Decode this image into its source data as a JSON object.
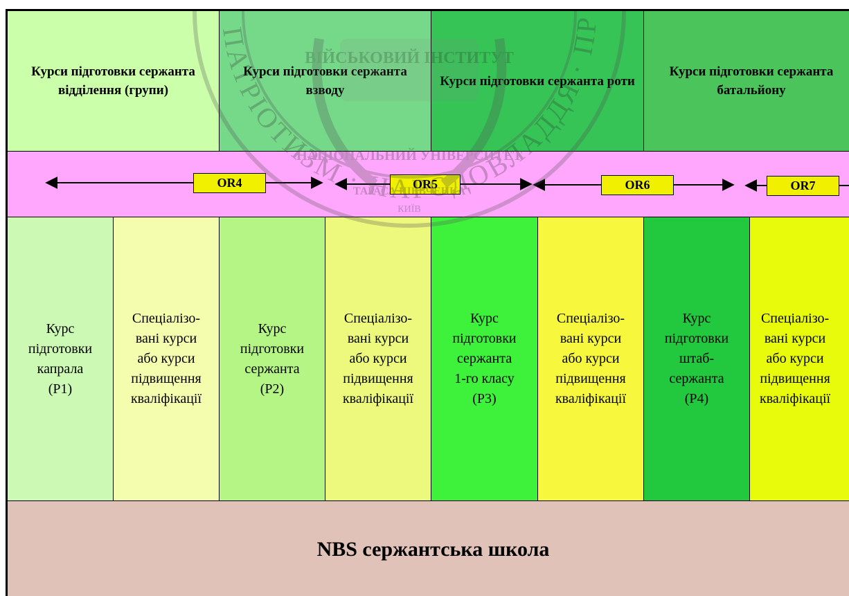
{
  "colors": {
    "header": [
      "#ccffaa",
      "#76d98a",
      "#36c456",
      "#4cc45c"
    ],
    "band": "#ffa7fd",
    "or_box": "#f0f000",
    "courses": [
      "#ccf9b4",
      "#f4fcae",
      "#b5f586",
      "#ecf97c",
      "#3ef23c",
      "#f7f83e",
      "#22c93f",
      "#e8fb0b"
    ],
    "bottom": "#e0c2b8"
  },
  "headers": [
    "Курси підготовки сержанта відділення (групи)",
    "Курси підготовки сержанта взводу",
    "Курси підготовки сержанта роти",
    "Курси підготовки сержанта батальйону"
  ],
  "or_levels": [
    "OR4",
    "OR5",
    "OR6",
    "OR7"
  ],
  "courses": [
    [
      "Курс",
      "підготовки",
      "капрала",
      "(P1)"
    ],
    [
      "Спеціалізо-",
      "вані курси",
      "або курси",
      "підвищення",
      "кваліфікації"
    ],
    [
      "Курс",
      "підготовки",
      "сержанта",
      "(P2)"
    ],
    [
      "Спеціалізо-",
      "вані курси",
      "або курси",
      "підвищення",
      "кваліфікації"
    ],
    [
      "Курс",
      "підготовки",
      "сержанта",
      "1-го класу",
      "(P3)"
    ],
    [
      "Спеціалізо-",
      "вані курси",
      "або курси",
      "підвищення",
      "кваліфікації"
    ],
    [
      "Курс",
      "підготовки",
      "штаб-",
      "сержанта",
      "(P4)"
    ],
    [
      "Спеціалізо-",
      "вані курси",
      "або курси",
      "підвищення",
      "кваліфікації"
    ]
  ],
  "bottom_label": "NBS сержантська школа",
  "watermark": {
    "ring_text": "ПАТРІОТИЗМ · НАРОДОВЛАДДЯ · ПРАВОСВІДОМІСТЬ · ВІДПОВІДАЛЬНІСТЬ",
    "center_top": "ВІЙСЬКОВИЙ ІНСТИТУТ",
    "center_bottom_1": "НАЦІОНАЛЬНИЙ УНІВЕРСИТЕТ",
    "center_bottom_2": "ТАРАСА ШЕВЧЕНКА",
    "center_bottom_3": "КИЇВ"
  }
}
